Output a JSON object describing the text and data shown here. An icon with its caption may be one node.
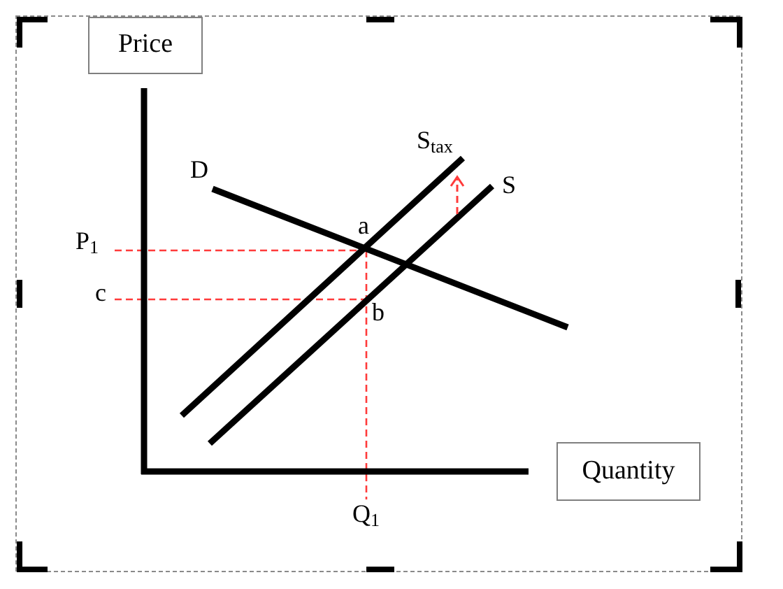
{
  "diagram": {
    "nodes": [
      {
        "text": [
          "Price"
        ]
      },
      {
        "text": [
          "Quantity"
        ]
      }
    ],
    "labels": [
      "S$_{tax}$",
      "D",
      "S",
      "a",
      "P$_{1}$",
      "c",
      "b",
      "Q$_{1}$"
    ]
  }
}
